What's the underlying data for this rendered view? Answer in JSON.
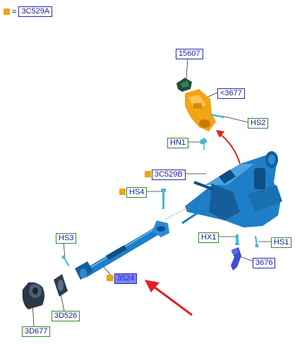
{
  "legend": {
    "key_color": "#f2a413",
    "equals": "=",
    "ref": "3C529A"
  },
  "callouts": {
    "p15607": "15607",
    "p3677": "<3677",
    "hs2": "HS2",
    "hn1": "HN1",
    "p3c529b": "3C529B",
    "hs4": "HS4",
    "hx1": "HX1",
    "hs1": "HS1",
    "p3676": "3676",
    "hs3": "HS3",
    "p3524": "3524",
    "p3d526": "3D526",
    "p3d677": "3D677"
  },
  "colors": {
    "part_blue": "#1e7fc8",
    "part_orange": "#f2a413",
    "arrow_red": "#e02020",
    "label_blue": "#2a2aa6",
    "label_green": "#2f8a2f",
    "highlight": "#7f83ff"
  }
}
